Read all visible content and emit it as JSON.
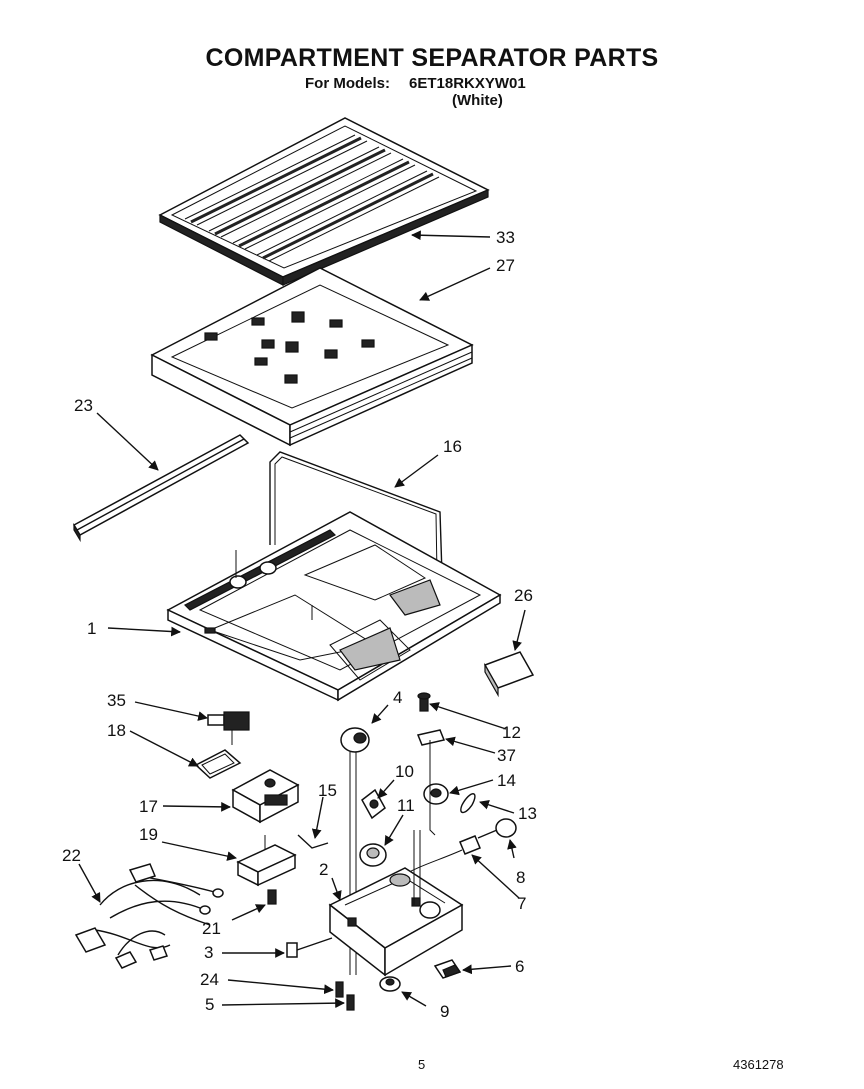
{
  "header": {
    "title": "COMPARTMENT SEPARATOR PARTS",
    "models_label": "For Models:",
    "model": "6ET18RKXYW01",
    "color": "(White)"
  },
  "callouts": {
    "c1": "1",
    "c2": "2",
    "c3": "3",
    "c4": "4",
    "c5": "5",
    "c6": "6",
    "c7": "7",
    "c8": "8",
    "c9": "9",
    "c10": "10",
    "c11": "11",
    "c12": "12",
    "c13": "13",
    "c14": "14",
    "c15": "15",
    "c16": "16",
    "c17": "17",
    "c18": "18",
    "c19": "19",
    "c21": "21",
    "c22": "22",
    "c23": "23",
    "c24": "24",
    "c26": "26",
    "c27": "27",
    "c33": "33",
    "c35": "35",
    "c37": "37"
  },
  "footer": {
    "page": "5",
    "doc_number": "4361278"
  }
}
